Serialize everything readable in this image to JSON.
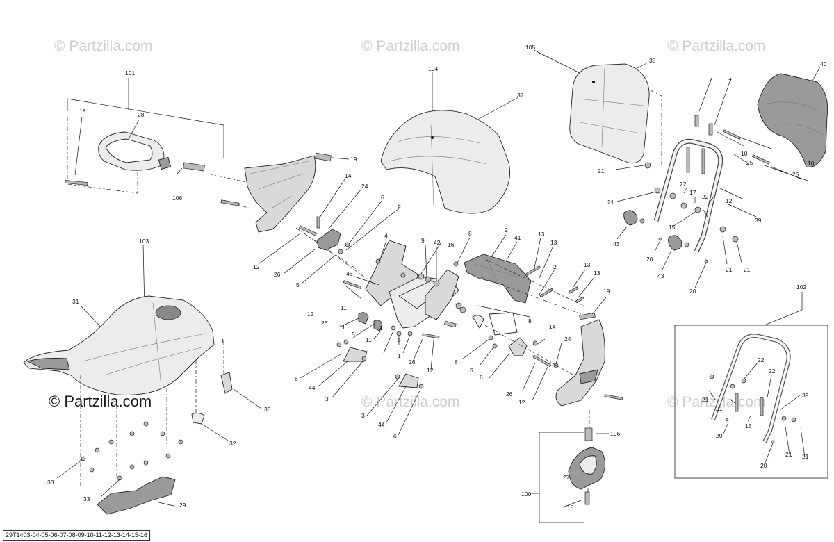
{
  "watermarks": {
    "light": "© Partzilla.com",
    "dark": "© Partzilla.com"
  },
  "callouts": {
    "c101": "101",
    "c18a": "18",
    "c28": "28",
    "c106a": "106",
    "c19a": "19",
    "c104": "104",
    "c37": "37",
    "c105": "105",
    "c38": "38",
    "c40": "40",
    "c7a": "7",
    "c7b": "7",
    "c10a": "10",
    "c25a": "25",
    "c10b": "10",
    "c25b": "25",
    "c21a": "21",
    "c22a": "22",
    "c17": "17",
    "c21b": "21",
    "c22b": "22",
    "c12a": "12",
    "c39a": "39",
    "c15a": "15",
    "c43a": "43",
    "c20a": "20",
    "c21c": "21",
    "c21d": "21",
    "c43b": "43",
    "c20b": "20",
    "c14a": "14",
    "c24a": "24",
    "c6a": "6",
    "c6b": "6",
    "c12b": "12",
    "c26a": "26",
    "c5a": "5",
    "c4": "4",
    "c8a": "8",
    "c9": "9",
    "c42": "42",
    "c16": "16",
    "c2a": "2",
    "c41": "41",
    "c13a": "13",
    "c13b": "13",
    "c2b": "2",
    "c13c": "13",
    "c13d": "13",
    "c46": "46",
    "c12c": "12",
    "c26b": "26",
    "c11a": "11",
    "c11b": "11",
    "c5b": "5",
    "c1a": "1",
    "c5c": "5",
    "c1b": "1",
    "c26c": "26",
    "c12d": "12",
    "c8b": "8",
    "c19b": "19",
    "c14b": "14",
    "c24b": "24",
    "c6c": "6",
    "c5d": "5",
    "c6d": "6",
    "c26d": "26",
    "c12e": "12",
    "c3a": "3",
    "c44a": "44",
    "c6e": "6",
    "c44b": "44",
    "c3b": "3",
    "c6f": "6",
    "c103": "103",
    "c31": "31",
    "c1c": "1",
    "c35": "35",
    "c32": "32",
    "c33a": "33",
    "c33b": "33",
    "c29": "29",
    "c106b": "106",
    "c27": "27",
    "c100": "100",
    "c18b": "18",
    "c102": "102",
    "c22c": "22",
    "c22d": "22",
    "c21e": "21",
    "c21f": "21",
    "c39b": "39",
    "c15b": "15",
    "c20c": "20",
    "c20d": "20",
    "c21g": "21",
    "c21h": "21"
  },
  "footer": {
    "diagram_code": "29T1403-04-05-06-07-08-09-10-11-12-13-14-15-16"
  },
  "icons": {
    "watermark": "copyright-symbol",
    "parts": [
      "seat",
      "backrest",
      "luggage-rack",
      "bracket",
      "footrest",
      "bolt",
      "nut",
      "spring",
      "grab-handle"
    ]
  }
}
